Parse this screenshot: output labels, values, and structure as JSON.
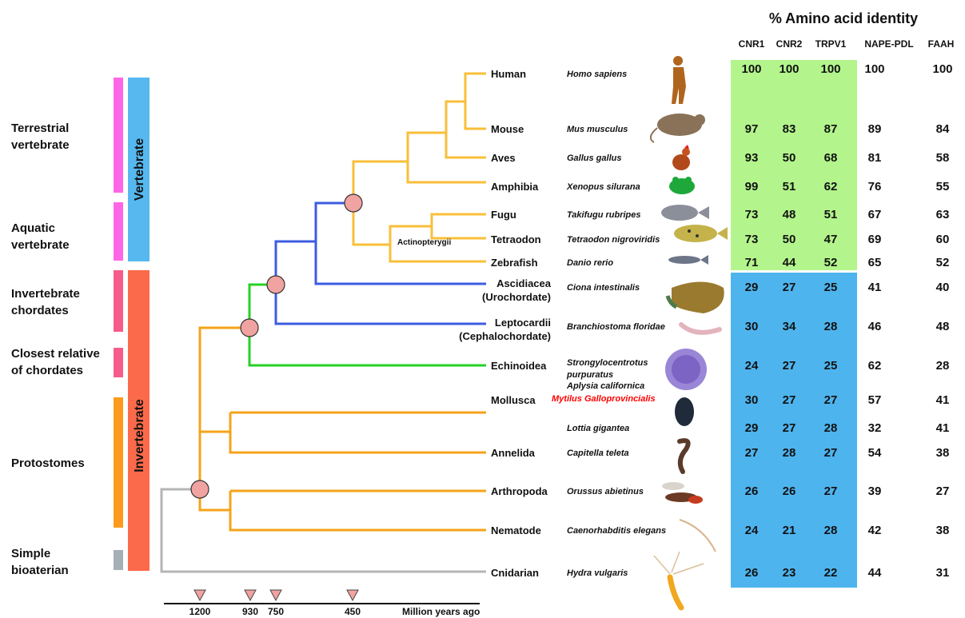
{
  "title": "% Amino acid identity",
  "columns": [
    "CNR1",
    "CNR2",
    "TRPV1",
    "NAPE-PDL",
    "FAAH"
  ],
  "axis": {
    "label": "Million years ago",
    "ticks": [
      "1200",
      "930",
      "750",
      "450"
    ]
  },
  "colors": {
    "vertebrate_table": "#b3f58c",
    "invertebrate_table": "#4eb4ee",
    "vertebrate_bar": "#56b8ef",
    "invertebrate_bar": "#fb6a4a",
    "orange_branch": "#f5a31a",
    "yellow_branch": "#f8bf3a",
    "blue_branch": "#3d5ce0",
    "green_branch": "#25d025",
    "gray_branch": "#b5b5b5",
    "node": "#f0a3a0",
    "highlight_species": "#ff0000"
  },
  "groups": {
    "terrestrial": "Terrestrial vertebrate",
    "aquatic": "Aquatic vertebrate",
    "inv_chordates": "Invertebrate chordates",
    "closest": "Closest relative of chordates",
    "protostomes": "Protostomes",
    "simple": "Simple bioaterian",
    "vertebrate": "Vertebrate",
    "invertebrate": "Invertebrate"
  },
  "actinopterygii": "Actinopterygii",
  "taxa": [
    {
      "name": "Human",
      "species": "Homo sapiens",
      "illustration": "human-figure",
      "values": [
        "100",
        "100",
        "100",
        "100",
        "100"
      ]
    },
    {
      "name": "Mouse",
      "species": "Mus musculus",
      "illustration": "mouse",
      "values": [
        "97",
        "83",
        "87",
        "89",
        "84"
      ]
    },
    {
      "name": "Aves",
      "species": "Gallus gallus",
      "illustration": "chicken",
      "values": [
        "93",
        "50",
        "68",
        "81",
        "58"
      ]
    },
    {
      "name": "Amphibia",
      "species": "Xenopus silurana",
      "illustration": "frog",
      "values": [
        "99",
        "51",
        "62",
        "76",
        "55"
      ]
    },
    {
      "name": "Fugu",
      "species": "Takifugu rubripes",
      "illustration": "fugu-fish",
      "values": [
        "73",
        "48",
        "51",
        "67",
        "63"
      ]
    },
    {
      "name": "Tetraodon",
      "species": "Tetraodon nigroviridis",
      "illustration": "tetraodon-fish",
      "values": [
        "73",
        "50",
        "47",
        "69",
        "60"
      ]
    },
    {
      "name": "Zebrafish",
      "species": "Danio rerio",
      "illustration": "zebrafish",
      "values": [
        "71",
        "44",
        "52",
        "65",
        "52"
      ]
    },
    {
      "name": "Ascidiacea",
      "name2": "(Urochordate)",
      "species": "Ciona intestinalis",
      "illustration": "sea-squirt",
      "values": [
        "29",
        "27",
        "25",
        "41",
        "40"
      ]
    },
    {
      "name": "Leptocardii",
      "name2": "(Cephalochordate)",
      "species": "Branchiostoma  floridae",
      "illustration": "lancelet",
      "values": [
        "30",
        "34",
        "28",
        "46",
        "48"
      ]
    },
    {
      "name": "Echinoidea",
      "species": "Strongylocentrotus",
      "species2": "purpuratus",
      "illustration": "sea-urchin",
      "values": [
        "24",
        "27",
        "25",
        "62",
        "28"
      ]
    },
    {
      "name": "Mollusca",
      "species": "Aplysia californica",
      "species_highlight": "Mytilus Galloprovincialis",
      "illustration": "mussel",
      "values": [
        "30",
        "27",
        "27",
        "57",
        "41"
      ]
    },
    {
      "name": "",
      "species": "Lottia gigantea",
      "illustration": "",
      "values": [
        "29",
        "27",
        "28",
        "32",
        "41"
      ]
    },
    {
      "name": "Annelida",
      "species": "Capitella teleta",
      "illustration": "worm",
      "values": [
        "27",
        "28",
        "27",
        "54",
        "38"
      ]
    },
    {
      "name": "Arthropoda",
      "species": "Orussus abietinus",
      "illustration": "wasp",
      "values": [
        "26",
        "26",
        "27",
        "39",
        "27"
      ]
    },
    {
      "name": "Nematode",
      "species": "Caenorhabditis elegans",
      "illustration": "nematode",
      "values": [
        "24",
        "21",
        "28",
        "42",
        "38"
      ]
    },
    {
      "name": "Cnidarian",
      "species": "Hydra vulgaris",
      "illustration": "hydra",
      "values": [
        "26",
        "23",
        "22",
        "44",
        "31"
      ]
    }
  ]
}
